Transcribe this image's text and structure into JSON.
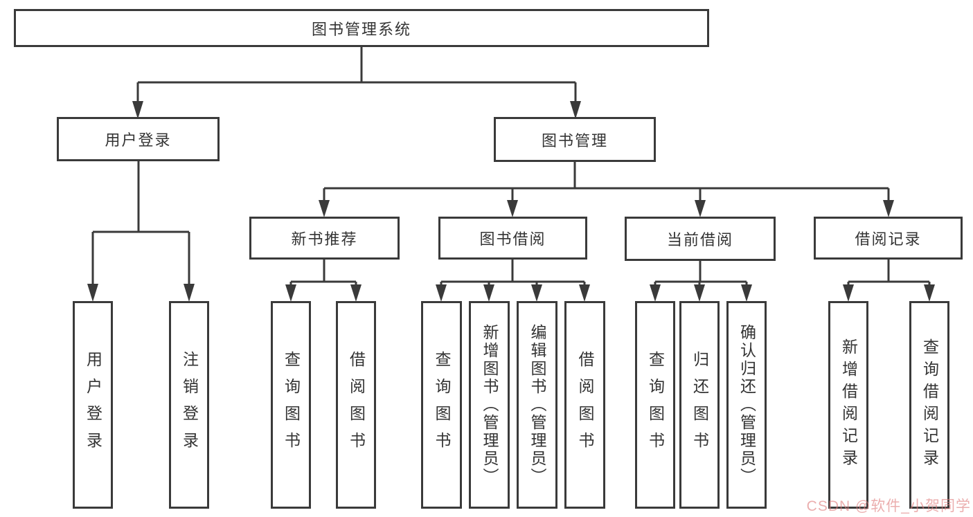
{
  "diagram": {
    "root": {
      "label": "图书管理系统"
    },
    "branches": [
      {
        "label": "用户登录",
        "children": [
          {
            "label": "用户登录"
          },
          {
            "label": "注销登录"
          }
        ]
      },
      {
        "label": "图书管理",
        "children": [
          {
            "label": "新书推荐",
            "children": [
              {
                "label": "查询图书"
              },
              {
                "label": "借阅图书"
              }
            ]
          },
          {
            "label": "图书借阅",
            "children": [
              {
                "label": "查询图书"
              },
              {
                "label": "新增图书（管理员）"
              },
              {
                "label": "编辑图书（管理员）"
              },
              {
                "label": "借阅图书"
              }
            ]
          },
          {
            "label": "当前借阅",
            "children": [
              {
                "label": "查询图书"
              },
              {
                "label": "归还图书"
              },
              {
                "label": "确认归还（管理员）"
              }
            ]
          },
          {
            "label": "借阅记录",
            "children": [
              {
                "label": "新增借阅记录"
              },
              {
                "label": "查询借阅记录"
              }
            ]
          }
        ]
      }
    ]
  },
  "watermark": {
    "text": "CSDN @软件_小贺同学",
    "color": "#de7d7d"
  },
  "colors": {
    "line": "#3a3a3a",
    "box_border": "#3a3a3a",
    "text": "#333333",
    "background": "#ffffff"
  }
}
